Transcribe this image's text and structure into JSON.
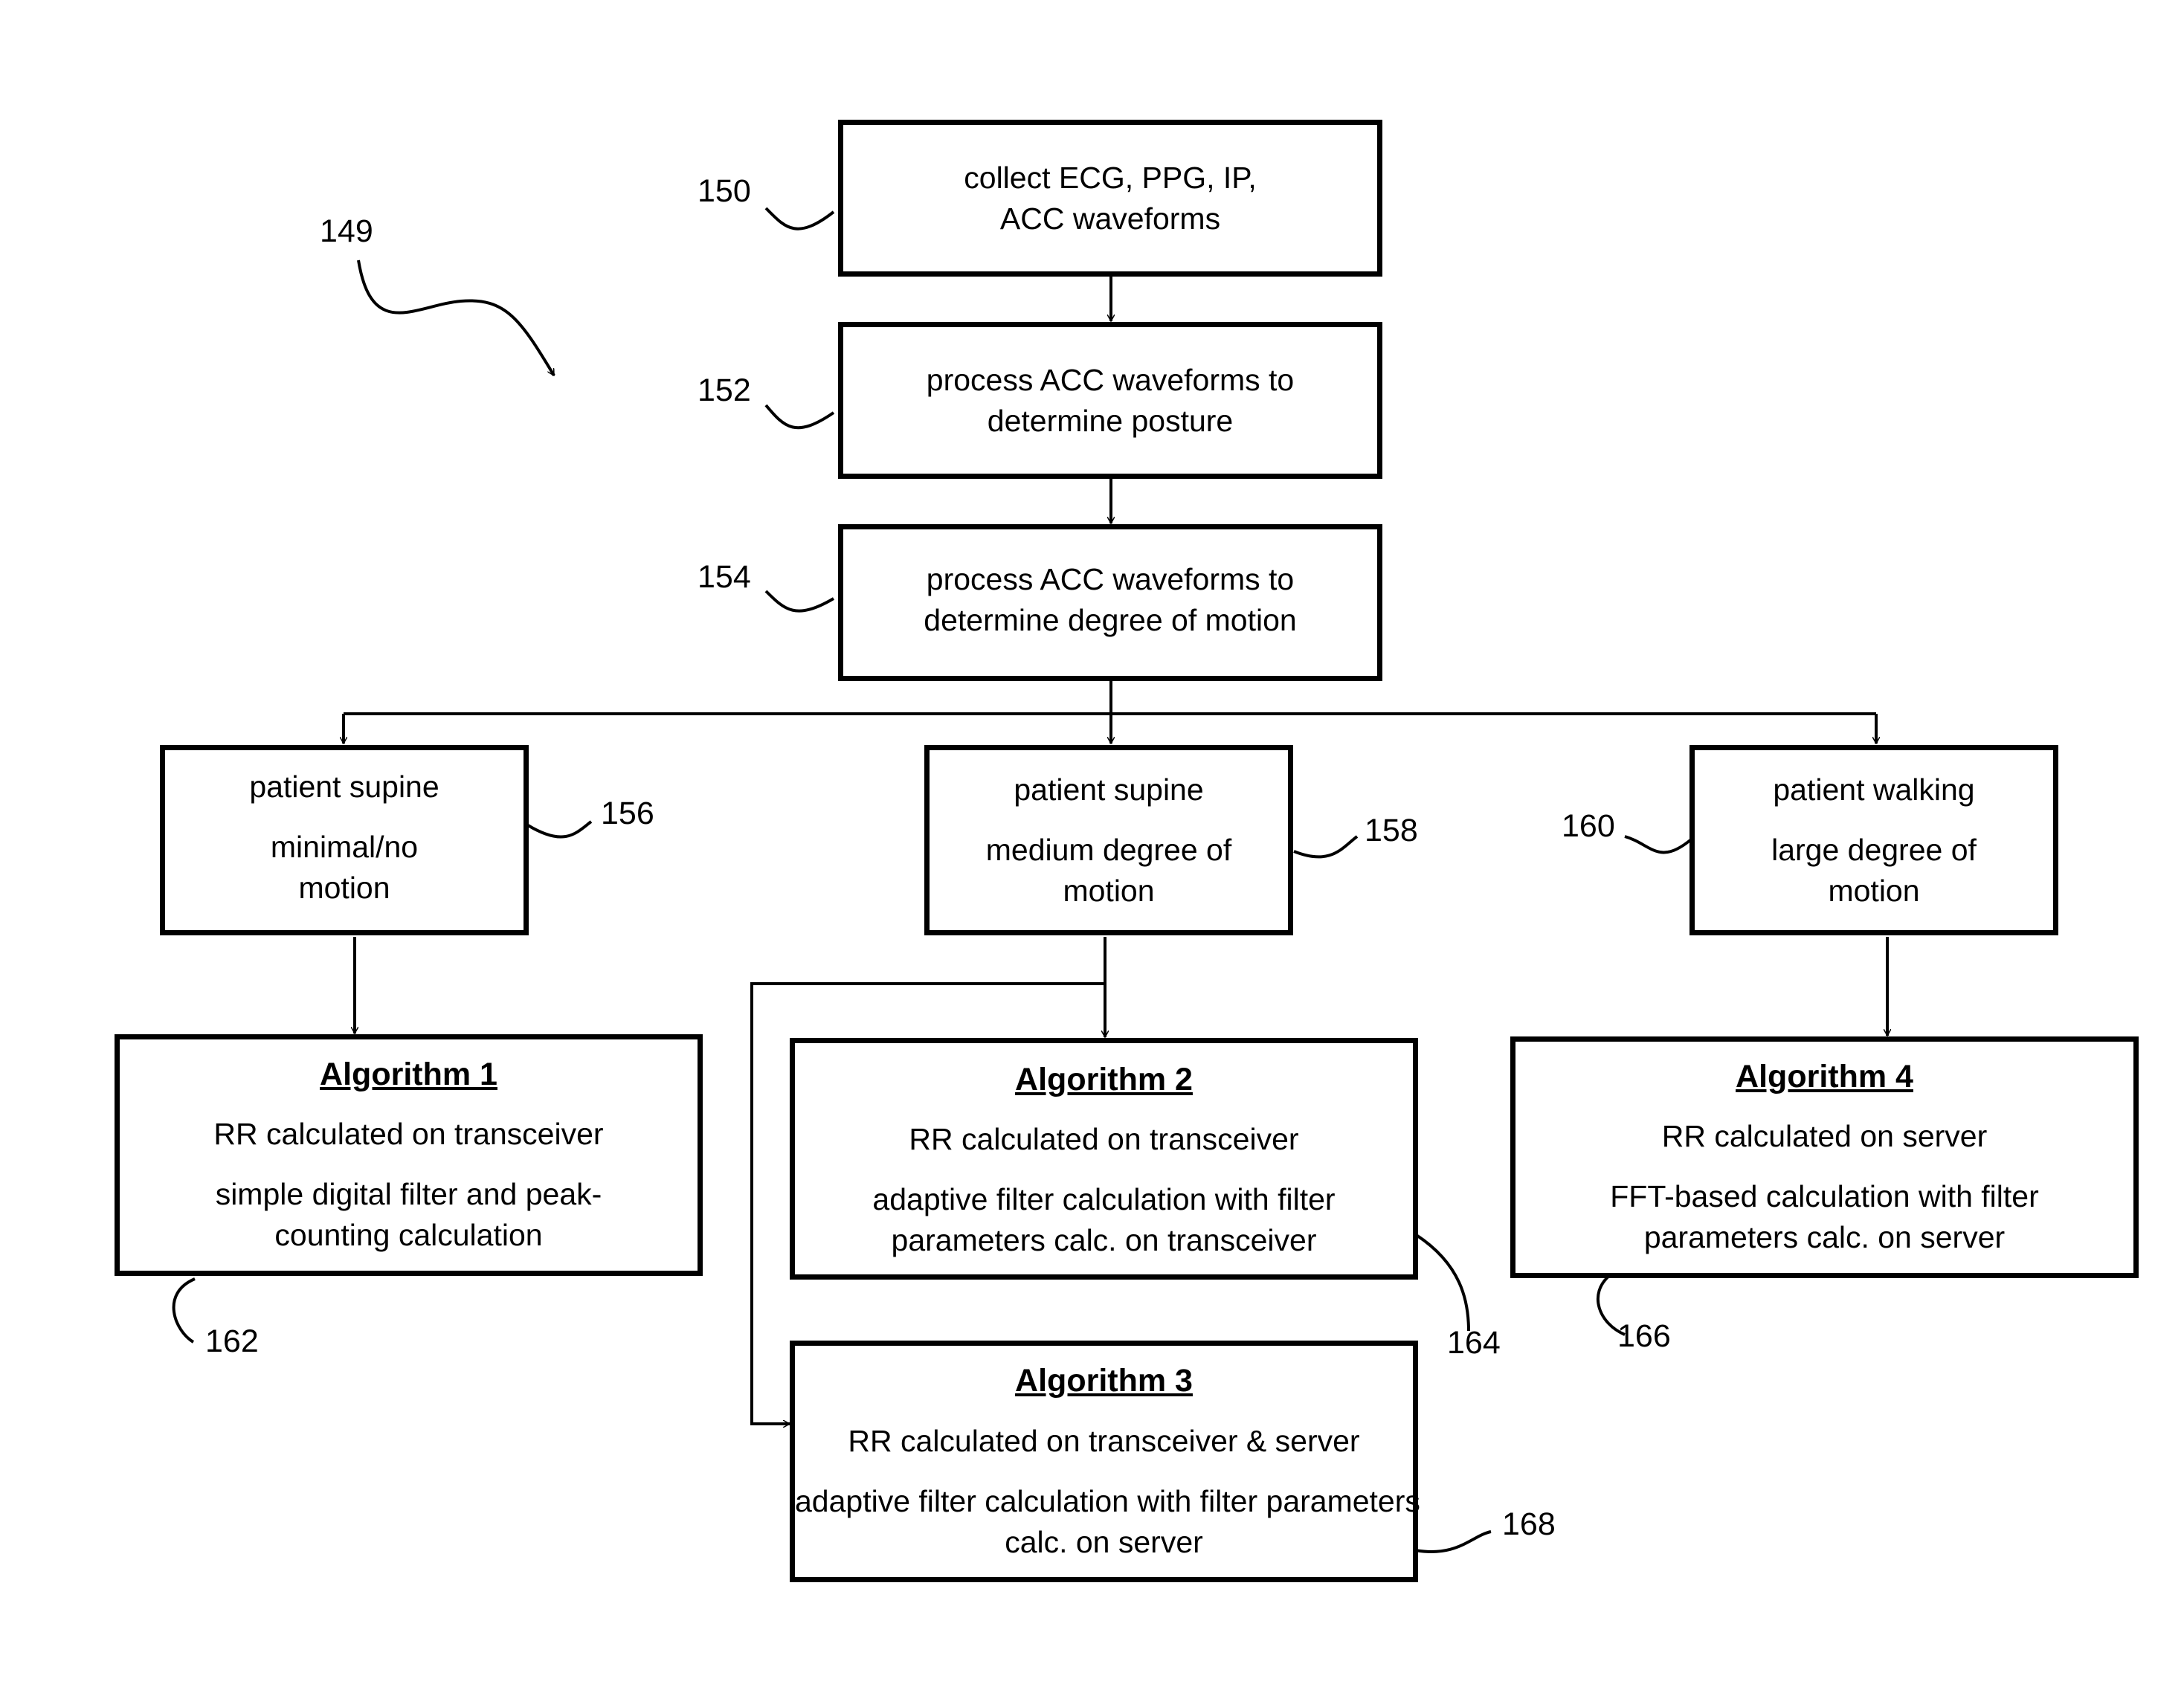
{
  "diagram": {
    "ref_overall": "149",
    "steps": [
      {
        "ref": "150",
        "lines": [
          "collect ECG, PPG, IP,",
          "ACC waveforms"
        ]
      },
      {
        "ref": "152",
        "lines": [
          "process ACC waveforms to",
          "determine posture"
        ]
      },
      {
        "ref": "154",
        "lines": [
          "process ACC waveforms to",
          "determine degree of motion"
        ]
      }
    ],
    "states": [
      {
        "ref": "156",
        "title": "patient supine",
        "lines": [
          "minimal/no",
          "motion"
        ]
      },
      {
        "ref": "158",
        "title": "patient supine",
        "lines": [
          "medium degree of",
          "motion"
        ]
      },
      {
        "ref": "160",
        "title": "patient walking",
        "lines": [
          "large degree of",
          "motion"
        ]
      }
    ],
    "algorithms": [
      {
        "ref": "162",
        "name": "Algorithm 1",
        "where": "RR calculated on transceiver",
        "lines": [
          "simple digital filter and peak-",
          "counting calculation"
        ]
      },
      {
        "ref": "164",
        "name": "Algorithm 2",
        "where": "RR calculated on transceiver",
        "lines": [
          "adaptive filter calculation with filter",
          "parameters calc. on transceiver"
        ]
      },
      {
        "ref": "168",
        "name": "Algorithm 3",
        "where": "RR calculated on transceiver & server",
        "lines": [
          "adaptive filter calculation with filter parameters",
          "calc. on  server"
        ]
      },
      {
        "ref": "166",
        "name": "Algorithm 4",
        "where": "RR calculated on server",
        "lines": [
          "FFT-based calculation with filter",
          "parameters calc. on  server"
        ]
      }
    ]
  }
}
